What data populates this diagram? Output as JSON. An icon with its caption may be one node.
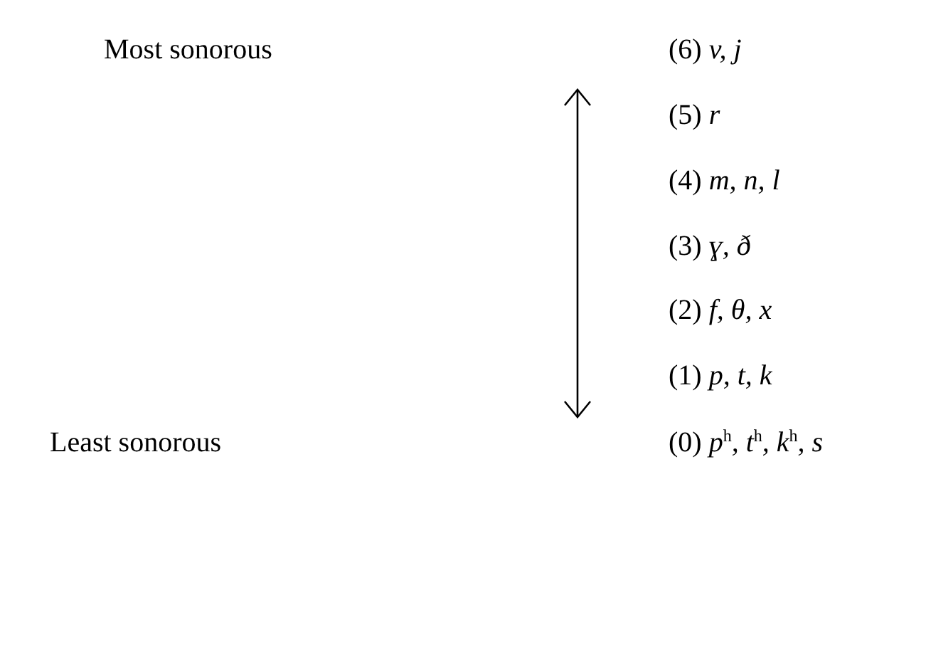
{
  "diagram": {
    "labels": [
      "Most sonorous",
      "(6) *v, j*",
      "(5) *r*",
      "(4) *m, n, l*",
      "(3) *ɣ, ð*",
      "(2) *f, θ, x*",
      "(1) *p, t, k*",
      "Least sonorous",
      "(0) *p*$^{h}$*, t*$^{h}$*, k*$^{h}$*, s*"
    ]
  }
}
